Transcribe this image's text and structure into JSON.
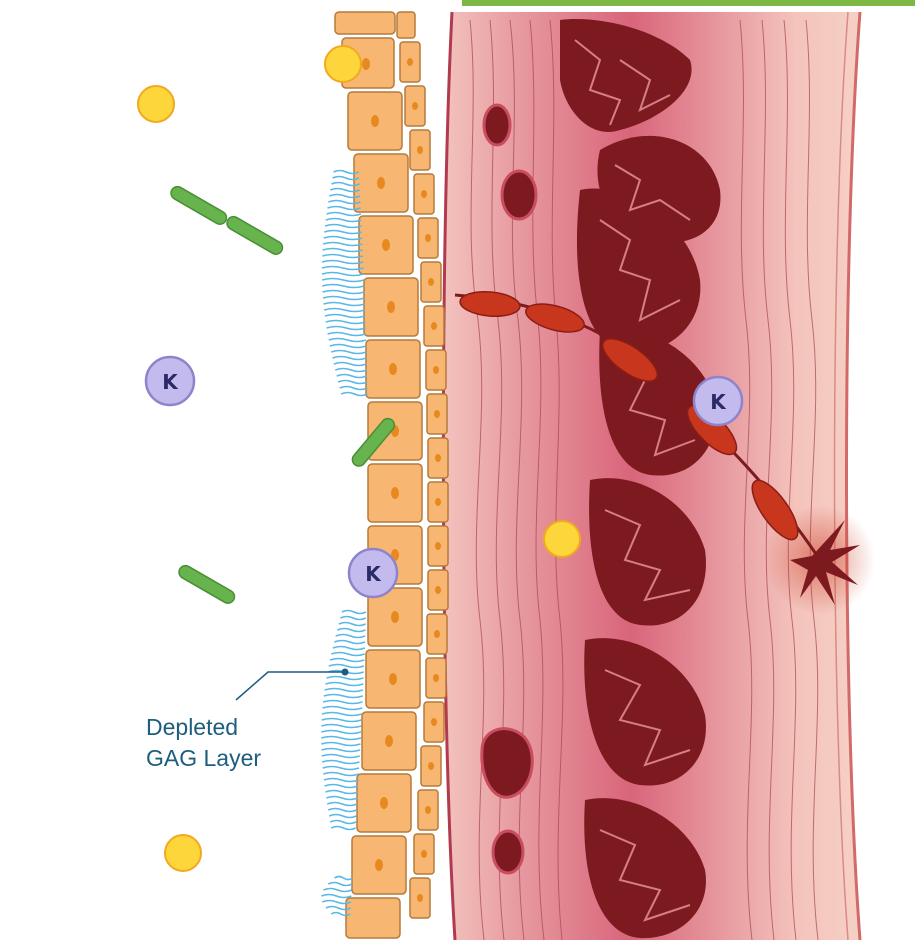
{
  "label": {
    "line1": "Depleted",
    "line2": "GAG Layer"
  },
  "particle_letter": "K",
  "colors": {
    "epithelium": "#f8b673",
    "nucleus": "#e8891f",
    "gag_fibers": "#5ab8e8",
    "bacteria": "#67b44e",
    "yellow_particle": "#fcd63b",
    "k_particle": "#c3bbee",
    "mucosa": "#e08a92",
    "muscle": "#c94d60",
    "muscle_cells": "#7d1a1f",
    "nerve": "#c8361e",
    "label_text": "#1d5d7e",
    "top_bar": "#7cb843"
  },
  "icons": [
    "bacterium-icon",
    "yellow-particle-icon",
    "potassium-ion-icon",
    "blood-vessel-icon",
    "nerve-ending-icon"
  ]
}
